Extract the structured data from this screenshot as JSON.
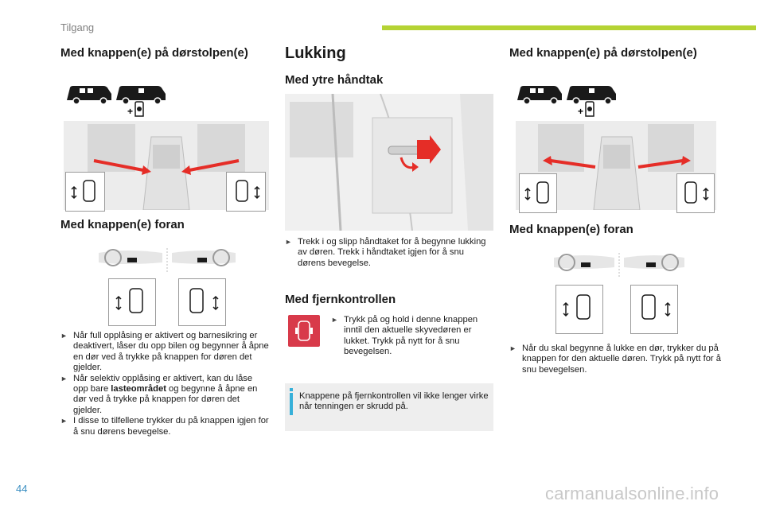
{
  "header": {
    "section_title": "Tilgang",
    "accent_color": "#b5d334"
  },
  "left_column": {
    "heading_pillar": "Med knappen(e) på dørstolpen(e)",
    "heading_front": "Med knappen(e) foran",
    "bullets": [
      "Når full opplåsing er aktivert og barnesikring er deaktivert, låser du opp bilen og begynner å åpne en dør ved å trykke på knappen for døren det gjelder.",
      "I disse to tilfellene trykker du på knappen igjen for å snu dørens bevegelse."
    ],
    "bullet_selective": {
      "before": "Når selektiv opplåsing er aktivert, kan du låse opp bare ",
      "bold": "lasteområdet",
      "after": " og begynne å åpne en dør ved å trykke på knappen for døren det gjelder."
    }
  },
  "middle_column": {
    "heading_main": "Lukking",
    "heading_handle": "Med ytre håndtak",
    "handle_bullet": "Trekk i og slipp håndtaket for å begynne lukking av døren. Trekk i håndtaket igjen for å snu dørens bevegelse.",
    "heading_remote": "Med fjernkontrollen",
    "remote_bullet": "Trykk på og hold i denne knappen inntil den aktuelle skyvedøren er lukket. Trykk på nytt for å snu bevegelsen.",
    "note": "Knappene på fjernkontrollen vil ikke lenger virke når tenningen er skrudd på."
  },
  "right_column": {
    "heading_pillar": "Med knappen(e) på dørstolpen(e)",
    "heading_front": "Med knappen(e) foran",
    "front_bullet": "Når du skal begynne å lukke en dør, trykker du på knappen for den aktuelle døren. Trykk på nytt for å snu bevegelsen."
  },
  "footer": {
    "page_number": "44",
    "watermark": "carmanualsonline.info"
  },
  "colors": {
    "arrow_red": "#e52d27",
    "remote_red": "#d83a4a",
    "info_blue": "#36b0d9",
    "page_number_blue": "#3c8fc2"
  }
}
